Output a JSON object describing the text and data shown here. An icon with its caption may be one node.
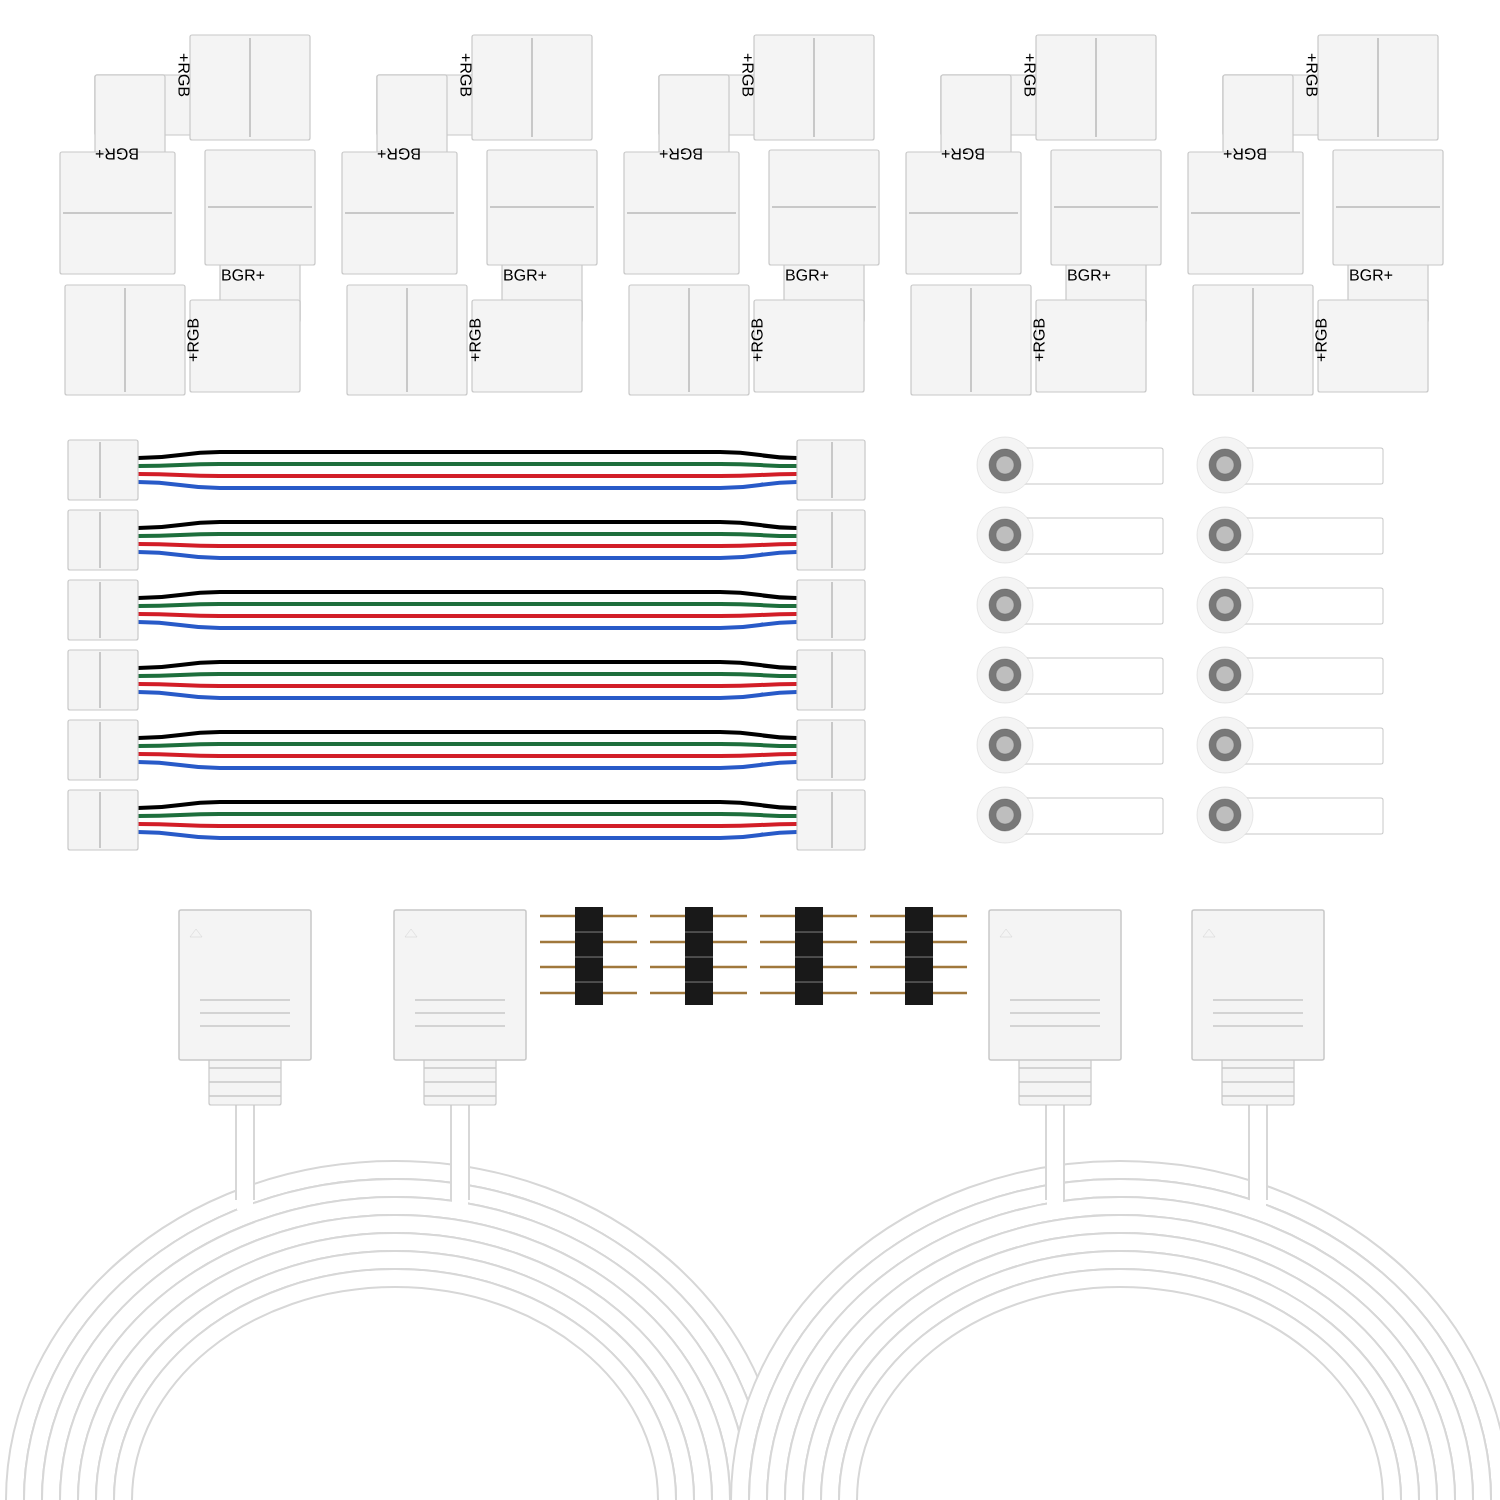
{
  "diagram": {
    "labels": [
      "+RGB",
      "BGR+",
      "BGR+",
      "+RGB",
      "+RGB",
      "BGR+",
      "BGR+",
      "+RGB",
      "+RGB",
      "BGR+",
      "BGR+",
      "+RGB",
      "+RGB",
      "BGR+",
      "BGR+",
      "+RGB",
      "+RGB",
      "BGR+",
      "BGR+",
      "+RGB"
    ]
  }
}
